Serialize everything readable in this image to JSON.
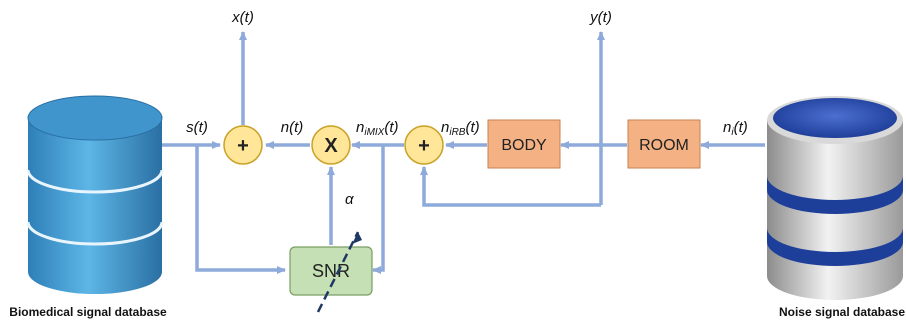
{
  "labels": {
    "x_out": "x(t)",
    "y_out": "y(t)",
    "s_t": "s(t)",
    "n_t": "n(t)",
    "n_mix_base": "n",
    "n_mix_sub": "iMIX",
    "n_mix_tail": "(t)",
    "n_rb_base": "n",
    "n_rb_sub": "iRB",
    "n_rb_tail": "(t)",
    "n_i_base": "n",
    "n_i_sub": "i",
    "n_i_tail": "(t)",
    "alpha": "α"
  },
  "operators": {
    "add_left": "+",
    "multiply": "X",
    "add_right": "+"
  },
  "blocks": {
    "body": "BODY",
    "room": "ROOM",
    "snr": "SNR"
  },
  "databases": {
    "biomedical": "Biomedical signal database",
    "noise": "Noise signal database"
  },
  "colors": {
    "arrow": "#8eaadb",
    "operator_fill": "#ffe699",
    "operator_stroke": "#c9a227",
    "block_orange": "#f4b183",
    "block_green": "#c5e0b4",
    "db_blue": "#4aa3d8",
    "db_dark_blue": "#1d3f9a",
    "db_grey": "#bfbfbf"
  }
}
